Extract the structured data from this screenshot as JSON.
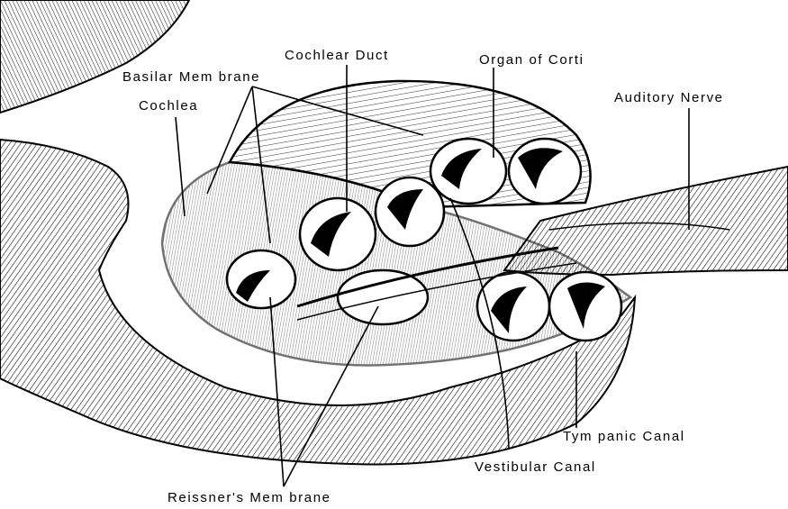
{
  "labels": {
    "cochlear_duct": "Cochlear Duct",
    "organ_of_corti": "Organ of Corti",
    "basilar_membrane": "Basilar Mem brane",
    "auditory_nerve": "Auditory Nerve",
    "cochlea": "Cochlea",
    "tympanic_canal": "Tym panic Canal",
    "vestibular_canal": "Vestibular Canal",
    "reissners_membrane": "Reissner's Mem brane"
  },
  "colors": {
    "ink": "#000000",
    "paper": "#ffffff"
  }
}
